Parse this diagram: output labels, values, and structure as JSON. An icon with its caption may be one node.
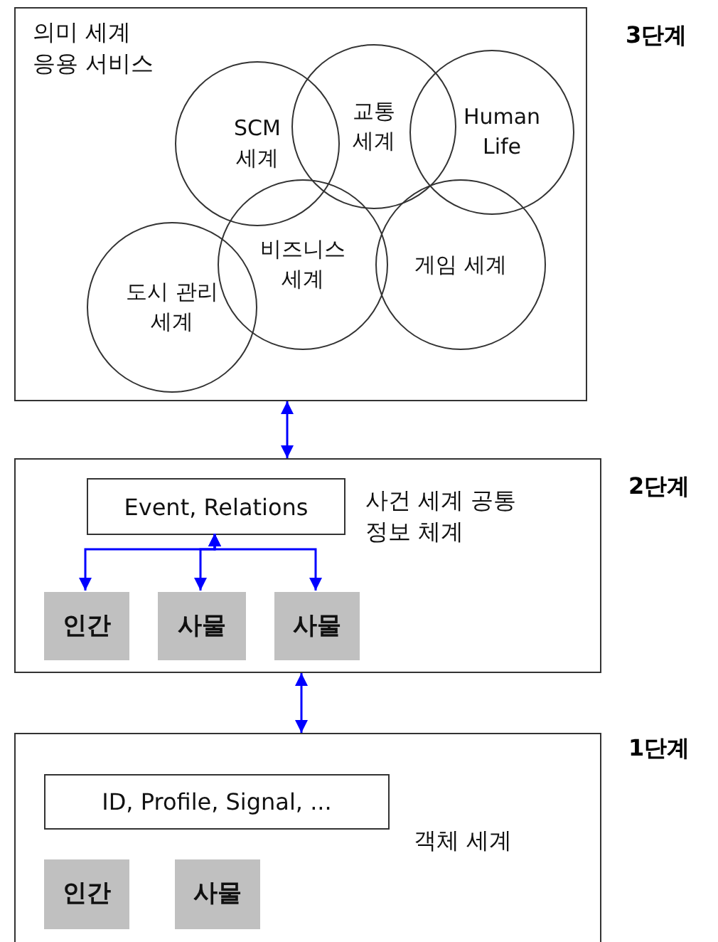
{
  "diagram": {
    "nodes": [
      {
        "text": [
          "의미 세계 응용 서비스"
        ],
        "beside": [
          "3단계"
        ]
      },
      {
        "text": [
          "SCM 세계"
        ],
        "in": 0
      },
      {
        "text": [
          "교통 세계"
        ],
        "in": 0
      },
      {
        "text": [
          "Human Life"
        ],
        "in": 0
      },
      {
        "text": [
          "비즈니스 세계"
        ],
        "in": 0
      },
      {
        "text": [
          "게임 세계"
        ],
        "in": 0
      },
      {
        "text": [
          "도시 관리 세계"
        ],
        "in": 0
      },
      {
        "text": [
          "사건 세계 공통 정보 체계"
        ],
        "beside": [
          "2단계"
        ]
      },
      {
        "text": [
          "Event, Relations"
        ],
        "in": 7
      },
      {
        "text": [
          "인간"
        ],
        "in": 7
      },
      {
        "text": [
          "사물"
        ],
        "in": 7
      },
      {
        "text": [
          "사물"
        ],
        "in": 7
      },
      {
        "text": [
          "객체 세계"
        ],
        "beside": [
          "1단계"
        ]
      },
      {
        "text": [
          "ID, Profile, Signal, ..."
        ],
        "in": 12
      },
      {
        "text": [
          "인간"
        ],
        "in": 12
      },
      {
        "text": [
          "사물"
        ],
        "in": 12
      }
    ],
    "edges": [
      {
        "from": 0,
        "to": 7,
        "arrow": "both"
      },
      {
        "from": 7,
        "to": 12,
        "arrow": "both"
      },
      {
        "from": 8,
        "to": 9,
        "arrow": "both"
      },
      {
        "from": 8,
        "to": 10,
        "arrow": "both"
      },
      {
        "from": 8,
        "to": 11,
        "arrow": "both"
      }
    ]
  }
}
